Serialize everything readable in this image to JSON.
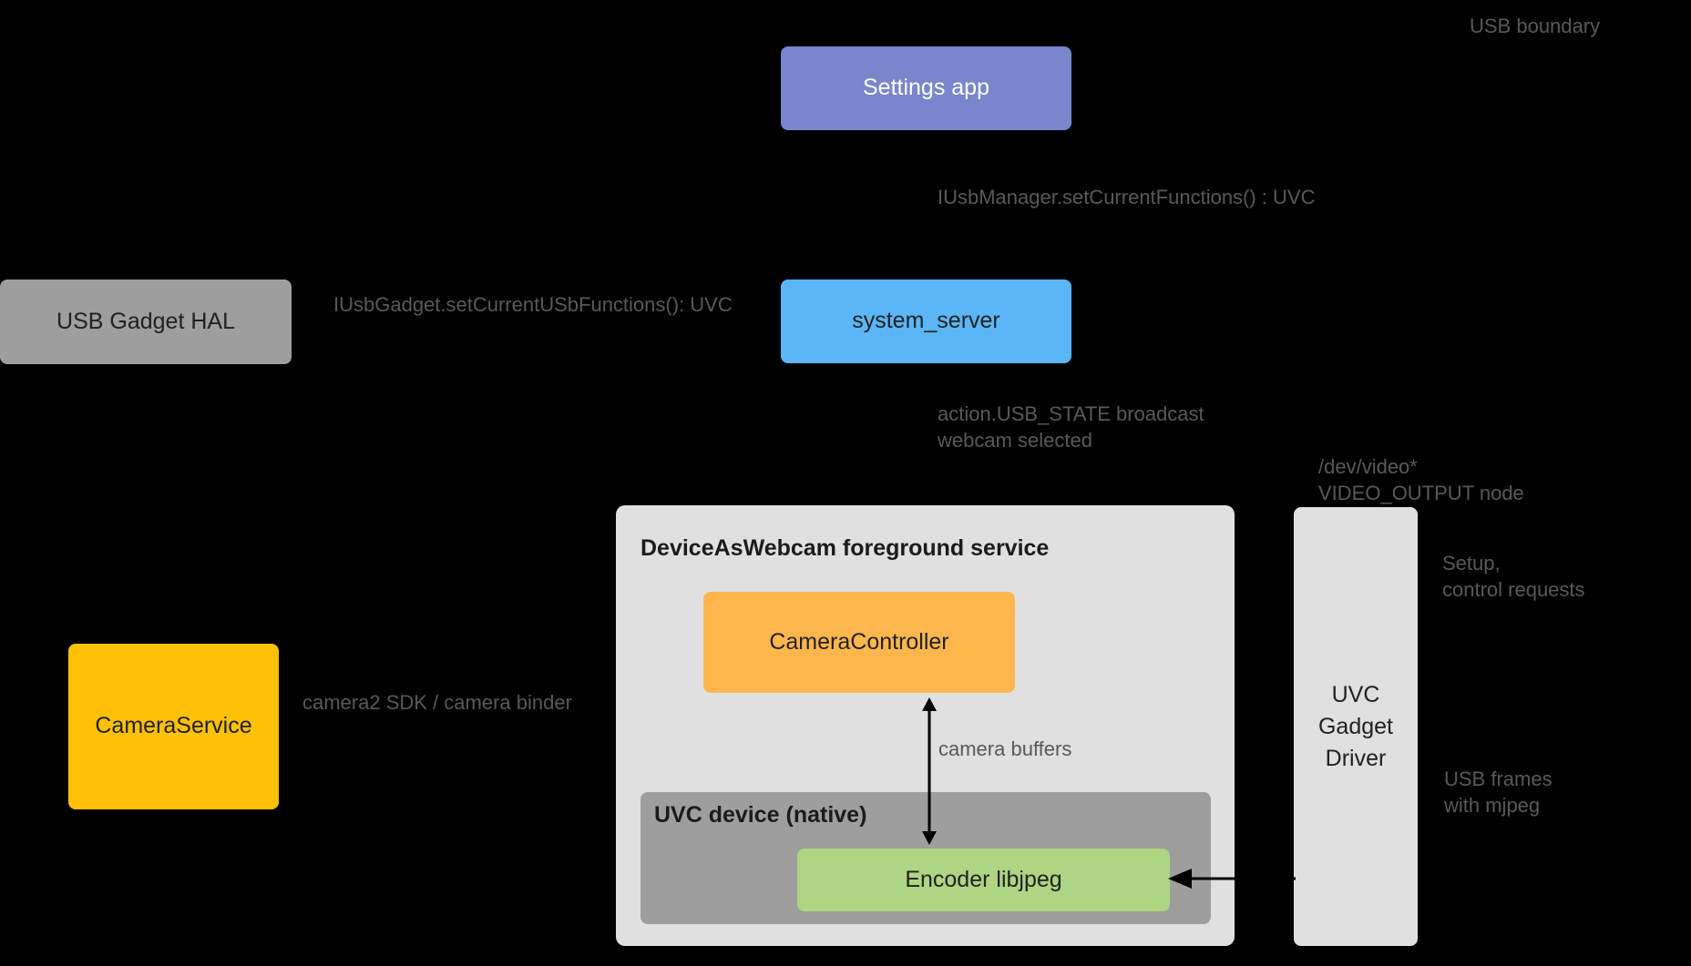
{
  "diagram": {
    "background_color": "#000000",
    "nodes": {
      "settings_app": {
        "label": "Settings app",
        "color": "#7986cb"
      },
      "system_server": {
        "label": "system_server",
        "color": "#5bb6f8"
      },
      "usb_gadget_hal": {
        "label": "USB Gadget HAL",
        "color": "#9e9e9e"
      },
      "camera_service": {
        "label": "CameraService",
        "color": "#ffc107"
      },
      "das_service": {
        "title": "DeviceAsWebcam foreground service",
        "color": "#e0e0e0"
      },
      "camera_controller": {
        "label": "CameraController",
        "color": "#ffb74d"
      },
      "uvc_native": {
        "title": "UVC device (native)",
        "color": "#9e9e9e"
      },
      "encoder": {
        "label": "Encoder libjpeg",
        "color": "#aed581"
      },
      "uvc_gadget_driver": {
        "label": "UVC\nGadget\nDriver",
        "color": "#e0e0e0"
      }
    },
    "labels": {
      "usb_boundary": "USB boundary",
      "iusbmanager": "IUsbManager.setCurrentFunctions() : UVC",
      "iusbgadget": "IUsbGadget.setCurrentUSbFunctions(): UVC",
      "usb_state_broadcast": "action.USB_STATE broadcast\nwebcam selected",
      "dev_video_node": "/dev/video*\nVIDEO_OUTPUT node",
      "setup_control_requests": "Setup,\ncontrol requests",
      "usb_frames_mjpeg": "USB frames\nwith mjpeg",
      "camera2_sdk": "camera2 SDK / camera binder",
      "camera_buffers": "camera buffers"
    },
    "label_color": "#595959",
    "edges": [
      {
        "name": "camera-buffers-edge",
        "from": "camera_controller",
        "to": "encoder",
        "style": "double-arrow",
        "color": "#000000"
      },
      {
        "name": "gadget-driver-to-encoder-edge",
        "from": "uvc_gadget_driver",
        "to": "encoder",
        "style": "single-arrow-left",
        "color": "#000000"
      }
    ]
  }
}
